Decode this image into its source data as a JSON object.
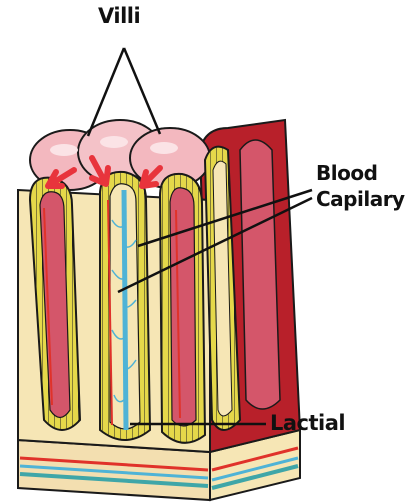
{
  "labels": {
    "villi": "Villi",
    "blood_capillary_line1": "Blood",
    "blood_capillary_line2": "Capilary",
    "lacteal": "Lactial"
  },
  "colors": {
    "outline": "#1a1a1a",
    "epithelium": "#e5d84a",
    "villus_core": "#f6e6b5",
    "lumen_pink": "#f3b8bf",
    "tissue_dark_red": "#b8202a",
    "tissue_red": "#d4566a",
    "capillary_blue": "#4fb3d6",
    "vessel_red": "#e0322a",
    "arrow_red": "#e8343c",
    "base_teal": "#3fa6a8"
  },
  "icons": [
    "red-arrow-icon"
  ]
}
